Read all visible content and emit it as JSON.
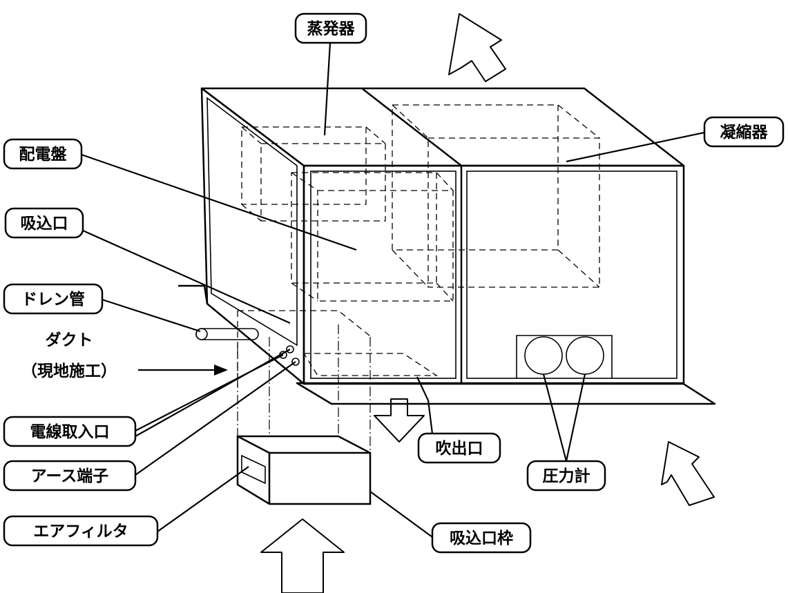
{
  "labels": {
    "evaporator": "蒸発器",
    "condenser": "凝縮器",
    "switchboard": "配電盤",
    "intake": "吸込口",
    "drain_pipe": "ドレン管",
    "duct_line1": "ダクト",
    "duct_line2": "（現地施工）",
    "wire_inlet": "電線取入口",
    "earth_terminal": "アース端子",
    "air_filter": "エアフィルタ",
    "outlet": "吹出口",
    "pressure_gauge": "圧力計",
    "intake_frame": "吸込口枠"
  }
}
